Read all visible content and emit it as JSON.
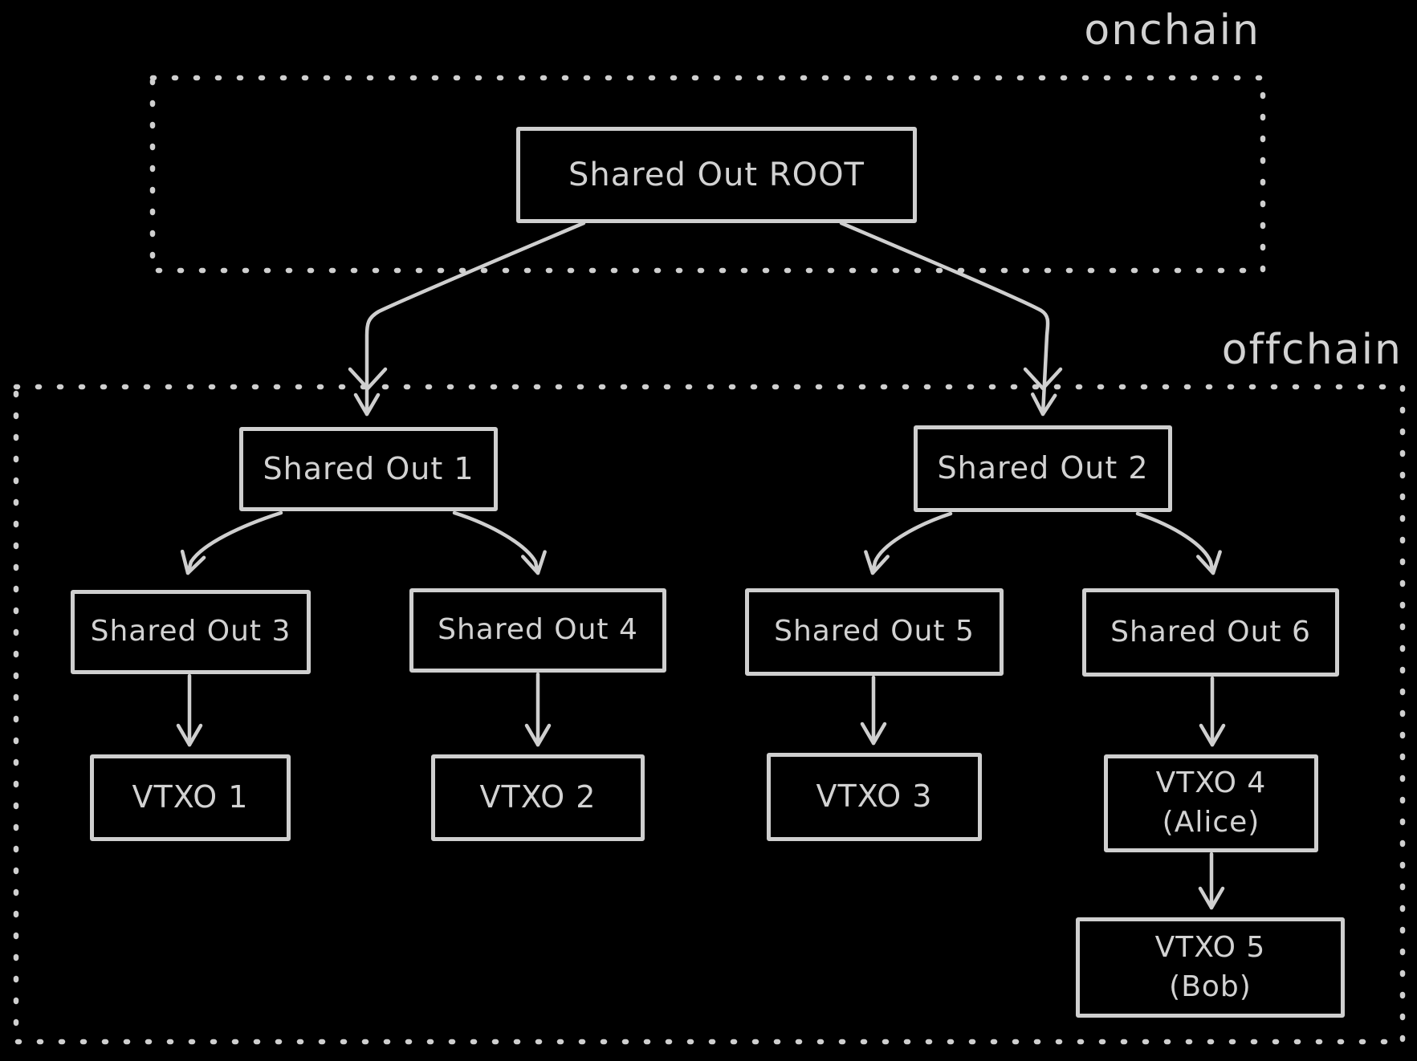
{
  "diagram": {
    "background": "#000000",
    "stroke_color": "#cfcfcf",
    "text_color": "#d2d2d2",
    "regions": [
      {
        "id": "onchain",
        "label": "onchain"
      },
      {
        "id": "offchain",
        "label": "offchain"
      }
    ],
    "nodes": [
      {
        "id": "shared-out-root",
        "label": "Shared Out ROOT",
        "region": "onchain"
      },
      {
        "id": "shared-out-1",
        "label": "Shared Out 1",
        "region": "offchain"
      },
      {
        "id": "shared-out-2",
        "label": "Shared Out 2",
        "region": "offchain"
      },
      {
        "id": "shared-out-3",
        "label": "Shared Out 3",
        "region": "offchain"
      },
      {
        "id": "shared-out-4",
        "label": "Shared Out 4",
        "region": "offchain"
      },
      {
        "id": "shared-out-5",
        "label": "Shared Out 5",
        "region": "offchain"
      },
      {
        "id": "shared-out-6",
        "label": "Shared Out 6",
        "region": "offchain"
      },
      {
        "id": "vtxo-1",
        "label": "VTXO 1",
        "region": "offchain"
      },
      {
        "id": "vtxo-2",
        "label": "VTXO 2",
        "region": "offchain"
      },
      {
        "id": "vtxo-3",
        "label": "VTXO 3",
        "region": "offchain"
      },
      {
        "id": "vtxo-4",
        "label": "VTXO 4",
        "sublabel": "(Alice)",
        "region": "offchain"
      },
      {
        "id": "vtxo-5",
        "label": "VTXO 5",
        "sublabel": "(Bob)",
        "region": "offchain"
      }
    ],
    "edges": [
      {
        "from": "shared-out-root",
        "to": "shared-out-1"
      },
      {
        "from": "shared-out-root",
        "to": "shared-out-2"
      },
      {
        "from": "shared-out-1",
        "to": "shared-out-3"
      },
      {
        "from": "shared-out-1",
        "to": "shared-out-4"
      },
      {
        "from": "shared-out-2",
        "to": "shared-out-5"
      },
      {
        "from": "shared-out-2",
        "to": "shared-out-6"
      },
      {
        "from": "shared-out-3",
        "to": "vtxo-1"
      },
      {
        "from": "shared-out-4",
        "to": "vtxo-2"
      },
      {
        "from": "shared-out-5",
        "to": "vtxo-3"
      },
      {
        "from": "shared-out-6",
        "to": "vtxo-4"
      },
      {
        "from": "vtxo-4",
        "to": "vtxo-5"
      }
    ]
  }
}
